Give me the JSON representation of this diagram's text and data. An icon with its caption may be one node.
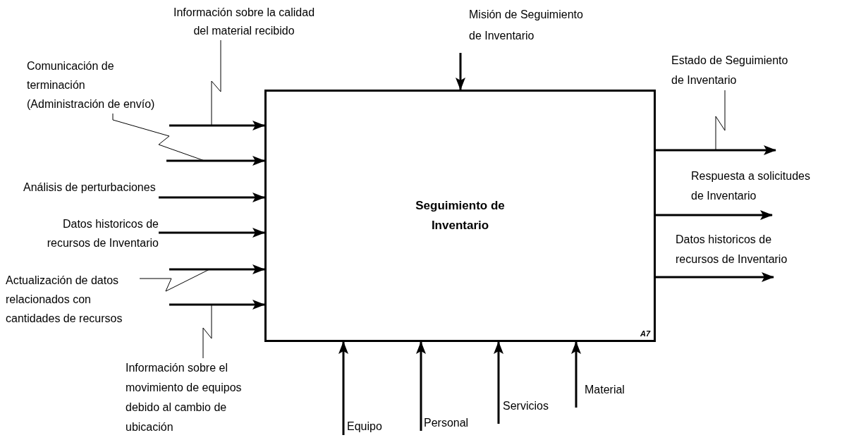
{
  "diagram": {
    "nodes": [
      {
        "text": [
          "Seguimiento de Inventario",
          "A7"
        ]
      },
      {
        "text": [
          "Información sobre la calidad del material recibido"
        ]
      },
      {
        "text": [
          "Comunicación de terminación (Administración de envío)"
        ]
      },
      {
        "text": [
          "Actualización de datos relacionados con cantidades de recursos"
        ]
      },
      {
        "text": [
          "Información sobre el movimiento de equipos debido al cambio de ubicación"
        ]
      },
      {
        "text": [
          "Estado de Seguimiento de Inventario"
        ]
      }
    ],
    "edges": [
      {
        "from": null,
        "to": 0,
        "arrow": "to"
      },
      {
        "from": null,
        "to": 0,
        "arrow": "to"
      },
      {
        "from": null,
        "to": 0,
        "arrow": "to",
        "label": "Análisis de perturbaciones"
      },
      {
        "from": null,
        "to": 0,
        "arrow": "to",
        "label": "Datos historicos de recursos de Inventario"
      },
      {
        "from": null,
        "to": 0,
        "arrow": "to"
      },
      {
        "from": null,
        "to": 0,
        "arrow": "to"
      },
      {
        "from": null,
        "to": 0,
        "arrow": "to",
        "label": "Misión de Seguimiento de Inventario"
      },
      {
        "from": 0,
        "to": null,
        "arrow": "to"
      },
      {
        "from": 0,
        "to": null,
        "arrow": "to",
        "label": "Respuesta a solicitudes de Inventario"
      },
      {
        "from": 0,
        "to": null,
        "arrow": "to",
        "label": "Datos historicos de recursos de Inventario"
      },
      {
        "from": null,
        "to": 0,
        "arrow": "to",
        "label": "Equipo"
      },
      {
        "from": null,
        "to": 0,
        "arrow": "to",
        "label": "Personal"
      },
      {
        "from": null,
        "to": 0,
        "arrow": "to",
        "label": "Servicios"
      },
      {
        "from": null,
        "to": 0,
        "arrow": "to",
        "label": "Material"
      },
      {
        "from": 1,
        "to": null,
        "arrow": "none"
      },
      {
        "from": 2,
        "to": null,
        "arrow": "none"
      },
      {
        "from": 3,
        "to": null,
        "arrow": "none"
      },
      {
        "from": 4,
        "to": null,
        "arrow": "none"
      },
      {
        "from": 5,
        "to": null,
        "arrow": "none"
      }
    ]
  }
}
